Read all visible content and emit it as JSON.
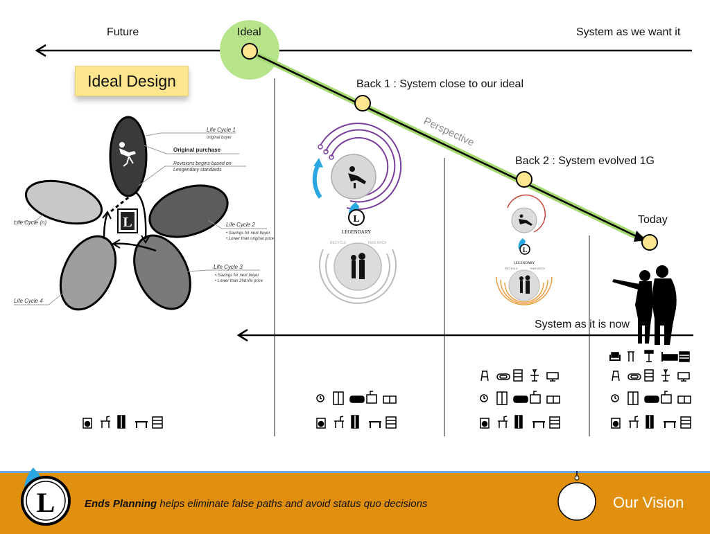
{
  "timeline": {
    "future": "Future",
    "ideal": "Ideal",
    "system_want": "System as we want it",
    "back1": "Back 1 : System close to our ideal",
    "back2": "Back 2 : System evolved 1G",
    "perspective": "Perspective",
    "today": "Today",
    "system_now": "System as it is now"
  },
  "ideal_design": {
    "title": "Ideal Design",
    "life_cycle_1": "Life Cycle 1",
    "original_buyer": "original buyer",
    "original_purchase": "Original purchase",
    "revisions_1": "Revisions begins based on",
    "revisions_2": "Lengendary standards",
    "life_cycle_n": "Life Cycle (n)",
    "life_cycle_2": "Life Cycle 2",
    "lc2_note_1": "• Savings for next buyer",
    "lc2_note_2": "• Lower than original price",
    "life_cycle_3": "Life Cycle 3",
    "lc3_note_1": "• Savings for next buyer",
    "lc3_note_2": "• Lower than 2nd life price",
    "life_cycle_4": "Life Cycle 4"
  },
  "brand": {
    "logo_letter": "L",
    "logo_word": "LEGENDARY",
    "recycle": "RECYCLE",
    "take_back": "TAKE BACK"
  },
  "footer": {
    "emphasis": "Ends Planning",
    "text": " helps eliminate false paths and avoid status quo decisions",
    "vision": "Our Vision"
  },
  "colors": {
    "accent_green": "#b7e48a",
    "node_fill": "#fde68d",
    "footer_bg": "#e0900e",
    "footer_rule": "#6fa7d8",
    "purple": "#7a3d9a",
    "blue": "#2aa7e0",
    "red": "#c8453a",
    "orange": "#e8a040"
  }
}
